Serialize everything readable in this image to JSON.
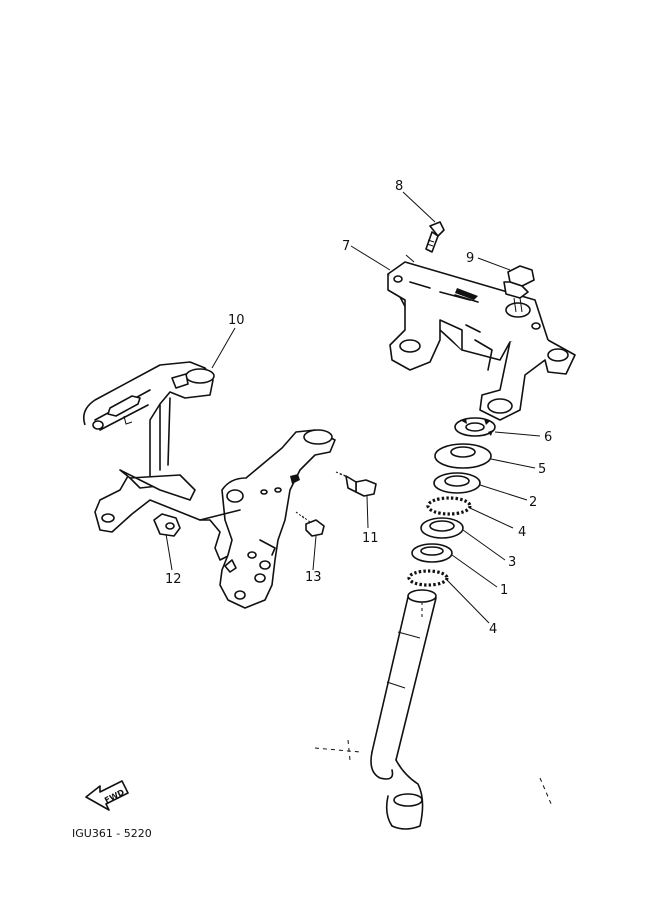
{
  "diagram": {
    "callouts": [
      {
        "id": "8",
        "label": "8"
      },
      {
        "id": "7",
        "label": "7"
      },
      {
        "id": "9",
        "label": "9"
      },
      {
        "id": "10",
        "label": "10"
      },
      {
        "id": "6",
        "label": "6"
      },
      {
        "id": "5",
        "label": "5"
      },
      {
        "id": "2",
        "label": "2"
      },
      {
        "id": "4a",
        "label": "4"
      },
      {
        "id": "11",
        "label": "11"
      },
      {
        "id": "3",
        "label": "3"
      },
      {
        "id": "12",
        "label": "12"
      },
      {
        "id": "13",
        "label": "13"
      },
      {
        "id": "1",
        "label": "1"
      },
      {
        "id": "4b",
        "label": "4"
      }
    ],
    "fwd_label": "FWD",
    "reference_code": "IGU361 - 5220"
  }
}
